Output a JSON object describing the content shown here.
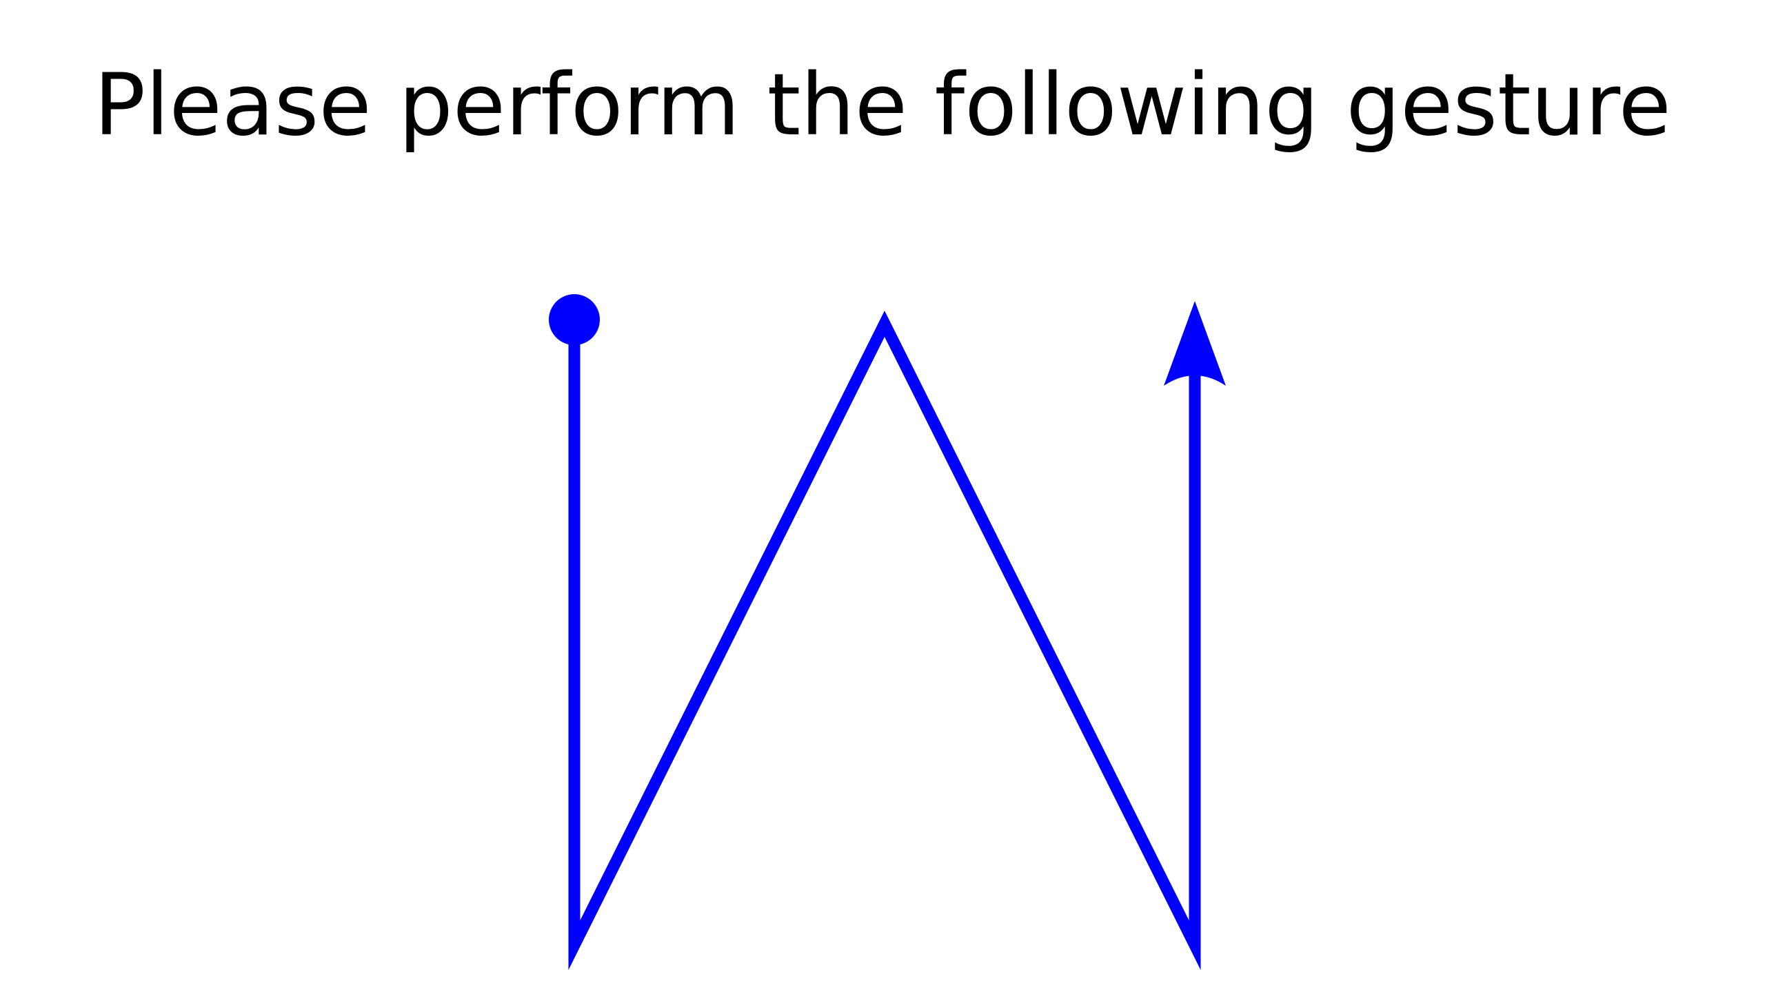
{
  "prompt": {
    "text": "Please perform the following gesture"
  },
  "gesture": {
    "stroke_color": "#0000ff",
    "start_marker": "circle",
    "end_marker": "arrowhead"
  }
}
